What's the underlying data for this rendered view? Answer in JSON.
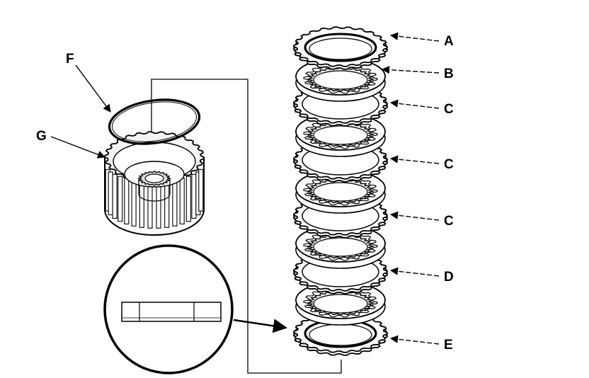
{
  "labels": {
    "a": "A",
    "b": "B",
    "c1": "C",
    "c2": "C",
    "c3": "C",
    "d": "D",
    "e": "E",
    "f": "F",
    "g": "G"
  },
  "colors": {
    "ink": "#000000",
    "background": "#ffffff"
  }
}
